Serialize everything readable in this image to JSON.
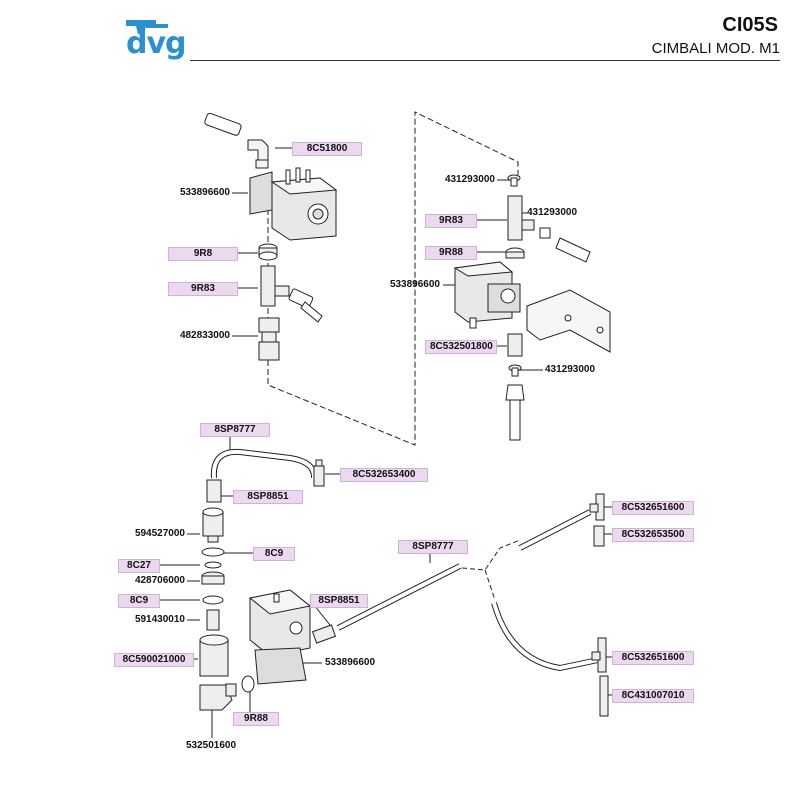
{
  "header": {
    "logo_text": "dvg",
    "code": "CI05S",
    "model": "CIMBALI MOD. M1"
  },
  "labels": {
    "l01": "8C51800",
    "l02": "533896600",
    "l03": "9R8",
    "l04": "9R83",
    "l05": "482833000",
    "l06": "431293000",
    "l07": "9R83",
    "l08": "431293000",
    "l09": "9R88",
    "l10": "533896600",
    "l11": "8C532501800",
    "l12": "431293000",
    "l13": "8SP8777",
    "l14": "8C532653400",
    "l15": "8SP8851",
    "l16": "594527000",
    "l17": "8C27",
    "l18": "8C9",
    "l19": "428706000",
    "l20": "8C9",
    "l21": "591430010",
    "l22": "8SP8851",
    "l23": "8C590021000",
    "l24": "533896600",
    "l25": "9R88",
    "l26": "532501600",
    "l27": "8SP8777",
    "l28": "8C532651600",
    "l29": "8C532653500",
    "l30": "8C532651600",
    "l31": "8C431007010"
  },
  "colors": {
    "accent": "#2b8fd0",
    "label_highlight": "#ecd8ef",
    "line": "#222222"
  }
}
